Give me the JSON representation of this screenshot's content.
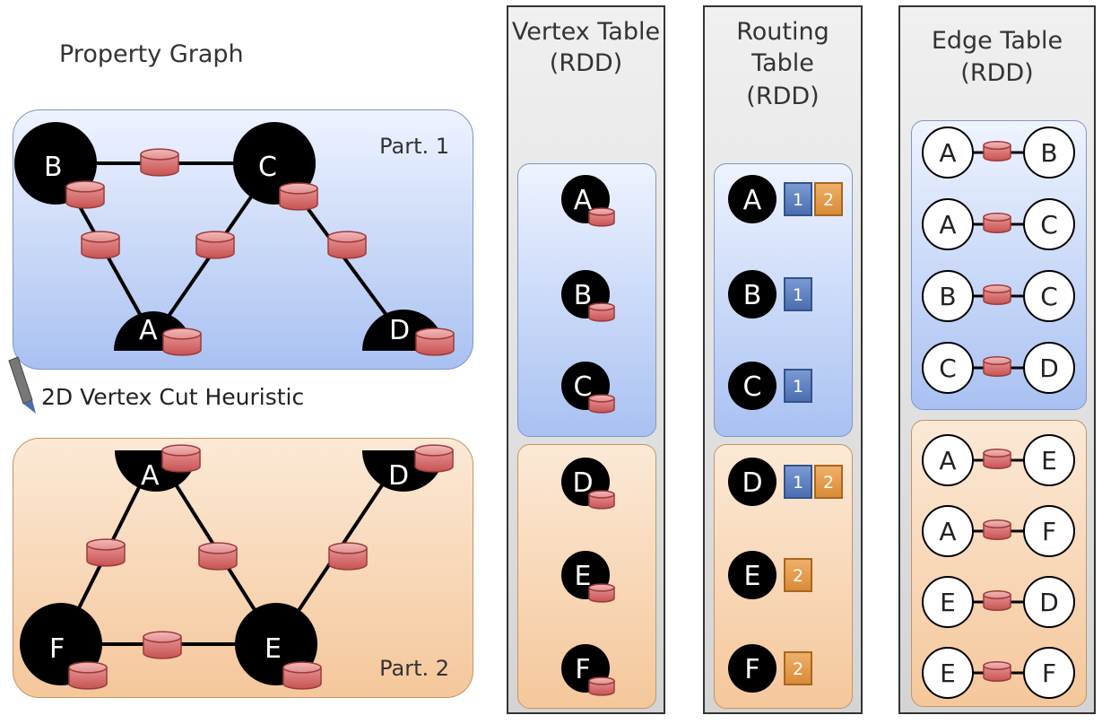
{
  "property_graph": {
    "title": "Property Graph",
    "part1_label": "Part. 1",
    "part2_label": "Part. 2",
    "cut_label": "2D Vertex Cut Heuristic",
    "part1_vertices": [
      "B",
      "C",
      "A",
      "D"
    ],
    "part2_vertices": [
      "A",
      "D",
      "F",
      "E"
    ]
  },
  "vertex_table": {
    "title_line1": "Vertex Table",
    "title_line2": "(RDD)",
    "part1": [
      "A",
      "B",
      "C"
    ],
    "part2": [
      "D",
      "E",
      "F"
    ]
  },
  "routing_table": {
    "title_line1": "Routing",
    "title_line2": "Table",
    "title_line3": "(RDD)",
    "rows": [
      {
        "vertex": "A",
        "parts": [
          "1",
          "2"
        ]
      },
      {
        "vertex": "B",
        "parts": [
          "1"
        ]
      },
      {
        "vertex": "C",
        "parts": [
          "1"
        ]
      },
      {
        "vertex": "D",
        "parts": [
          "1",
          "2"
        ]
      },
      {
        "vertex": "E",
        "parts": [
          "2"
        ]
      },
      {
        "vertex": "F",
        "parts": [
          "2"
        ]
      }
    ]
  },
  "edge_table": {
    "title_line1": "Edge Table",
    "title_line2": "(RDD)",
    "part1": [
      [
        "A",
        "B"
      ],
      [
        "A",
        "C"
      ],
      [
        "B",
        "C"
      ],
      [
        "C",
        "D"
      ]
    ],
    "part2": [
      [
        "A",
        "E"
      ],
      [
        "A",
        "F"
      ],
      [
        "E",
        "D"
      ],
      [
        "E",
        "F"
      ]
    ]
  },
  "colors": {
    "vertex": "#000000",
    "property_fill": "#d96a6a",
    "property_stroke": "#9c3b3b",
    "part1_badge": "#5b80c0",
    "part2_badge": "#e29a4a",
    "part1_bg": "#b6cbf3",
    "part2_bg": "#f7d2ac"
  }
}
